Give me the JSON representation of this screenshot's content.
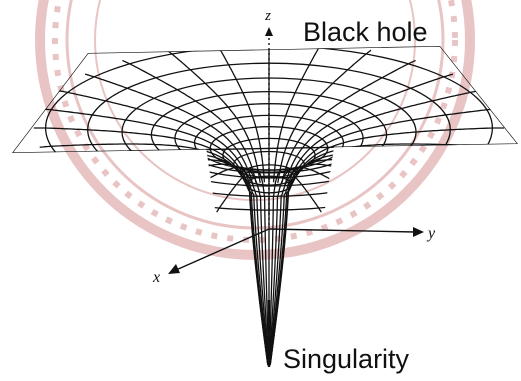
{
  "diagram": {
    "title_label": "Black hole",
    "bottom_label": "Singularity",
    "axes": {
      "x": "x",
      "y": "y",
      "z": "z"
    },
    "colors": {
      "ink": "#111111",
      "watermark": "#b03030",
      "background": "#ffffff"
    },
    "watermark": {
      "kind": "circular university seal",
      "visible_text": ""
    }
  }
}
